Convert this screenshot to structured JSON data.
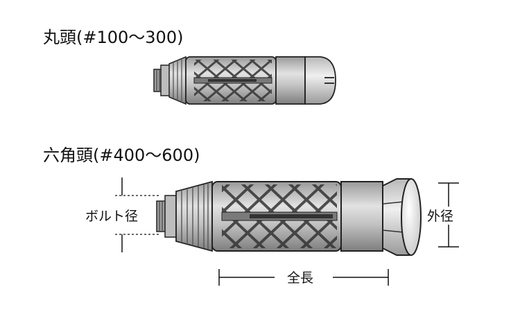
{
  "labels": {
    "round_head_title": "丸頭(#100〜300)",
    "hex_head_title": "六角頭(#400〜600)",
    "bolt_diameter": "ボルト径",
    "outer_diameter": "外径",
    "total_length": "全長"
  },
  "colors": {
    "body": "#c9c9c9",
    "body_dark": "#8a8a8a",
    "outline": "#222222",
    "head": "#dcdcdc",
    "dimension_line": "#111111"
  }
}
